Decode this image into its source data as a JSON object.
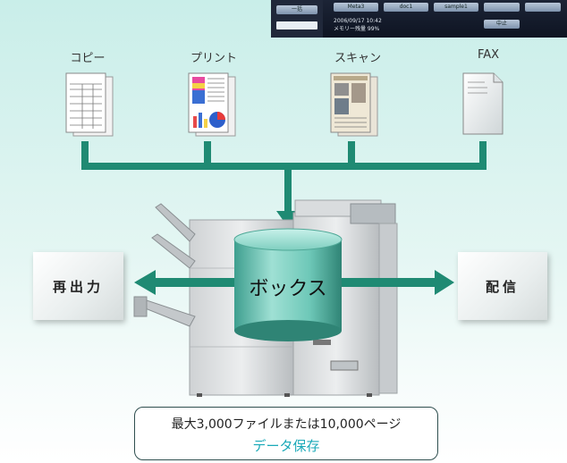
{
  "sources": [
    {
      "label": "コピー"
    },
    {
      "label": "プリント"
    },
    {
      "label": "スキャン"
    },
    {
      "label": "FAX"
    }
  ],
  "center_label": "ボックス",
  "left_box": "再出力",
  "right_box": "配信",
  "caption": {
    "line1": "最大3,000ファイルまたは10,000ページ",
    "line2": "データ保存"
  },
  "panel": {
    "tab1": "一括",
    "btn1": "Meta3",
    "btn2": "doc1",
    "btn3": "sample1",
    "btn4": "中止",
    "status_line1": "2006/09/17   10:42",
    "status_line2": "メモリー残量   99%"
  },
  "colors": {
    "background_top": "#c9eee9",
    "connector": "#1f8a73",
    "cylinder": "#6ec8b8",
    "caption_accent": "#1aa9b8"
  }
}
